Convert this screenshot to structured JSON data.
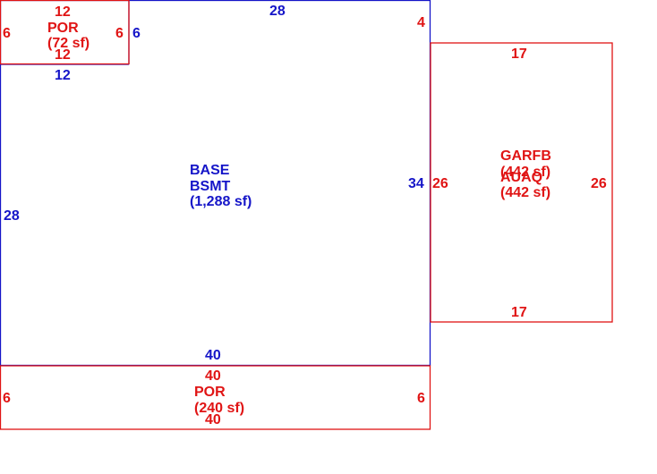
{
  "colors": {
    "base": "#1515c8",
    "addition": "#e01414"
  },
  "areas": {
    "base": {
      "line1": "BASE",
      "line2": "BSMT",
      "area": "(1,288 sf)"
    },
    "por_small": {
      "line1": "POR",
      "area": "(72 sf)"
    },
    "por_bottom": {
      "line1": "POR",
      "area": "(240 sf)"
    },
    "garage": {
      "line1": "GARFB",
      "line1_area": "(442 sf)",
      "line2": "AUAQ",
      "line2_area": "(442 sf)"
    }
  },
  "dimensions": {
    "base_top": "28",
    "base_left": "28",
    "base_right": "34",
    "base_right_step": "4",
    "base_bottom": "40",
    "por_small_top": "12",
    "por_small_bottom": "12",
    "por_small_left": "6",
    "por_small_right": "6",
    "por_small_right_outer": "6",
    "por_small_below": "12",
    "garage_top": "17",
    "garage_bottom": "17",
    "garage_left": "26",
    "garage_right": "26",
    "por_bottom_top": "40",
    "por_bottom_bottom": "40",
    "por_bottom_left": "6",
    "por_bottom_right": "6"
  }
}
